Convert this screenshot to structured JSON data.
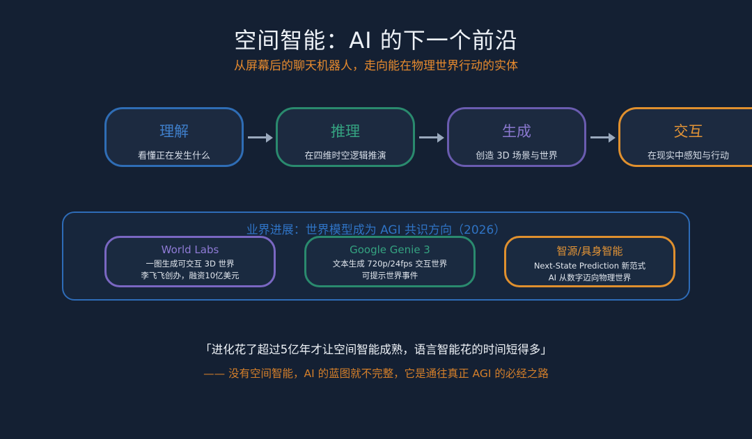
{
  "header": {
    "title": "空间智能：AI 的下一个前沿",
    "subtitle": "从屏幕后的聊天机器人，走向能在物理世界行动的实体"
  },
  "flow": [
    {
      "title": "理解",
      "desc": "看懂正在发生什么",
      "color": "#2f6db5",
      "title_color": "#3f7fca"
    },
    {
      "title": "推理",
      "desc": "在四维时空逻辑推演",
      "color": "#2a8a6e",
      "title_color": "#35a381"
    },
    {
      "title": "生成",
      "desc": "创造 3D 场景与世界",
      "color": "#6a5cb0",
      "title_color": "#8a78cf"
    },
    {
      "title": "交互",
      "desc": "在现实中感知与行动",
      "color": "#e0902e",
      "title_color": "#e39436"
    }
  ],
  "progress": {
    "title": "业界进展：世界模型成为 AGI 共识方向（2026）",
    "cards": [
      {
        "title": "World Labs",
        "line1": "一图生成可交互 3D 世界",
        "line2": "李飞飞创办，融资10亿美元",
        "color": "#7a67c2",
        "title_color": "#8f7bd6"
      },
      {
        "title": "Google Genie 3",
        "line1": "文本生成 720p/24fps 交互世界",
        "line2": "可提示世界事件",
        "color": "#2a8a6e",
        "title_color": "#35a381"
      },
      {
        "title": "智源/具身智能",
        "line1": "Next-State Prediction 新范式",
        "line2": "AI 从数字迈向物理世界",
        "color": "#e0902e",
        "title_color": "#e39436"
      }
    ]
  },
  "quote": {
    "text": "「进化花了超过5亿年才让空间智能成熟，语言智能花的时间短得多」",
    "attribution": "—— 没有空间智能，AI 的蓝图就不完整，它是通往真正 AGI 的必经之路"
  }
}
